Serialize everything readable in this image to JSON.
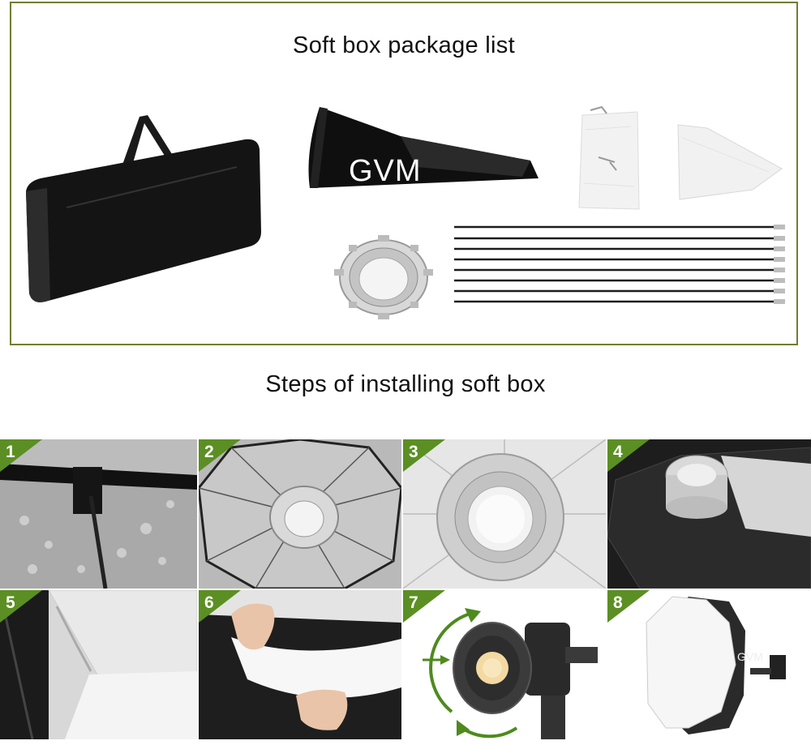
{
  "package": {
    "title": "Soft box package list",
    "brand_mark": "GVM"
  },
  "steps": {
    "title": "Steps of installing soft box",
    "items": [
      {
        "number": "1"
      },
      {
        "number": "2"
      },
      {
        "number": "3"
      },
      {
        "number": "4"
      },
      {
        "number": "5"
      },
      {
        "number": "6"
      },
      {
        "number": "7"
      },
      {
        "number": "8"
      }
    ],
    "light_brand": "GVM"
  },
  "colors": {
    "frame": "#6f7f2f",
    "badge": "#5b8f23",
    "arrow": "#4e8a1e"
  }
}
